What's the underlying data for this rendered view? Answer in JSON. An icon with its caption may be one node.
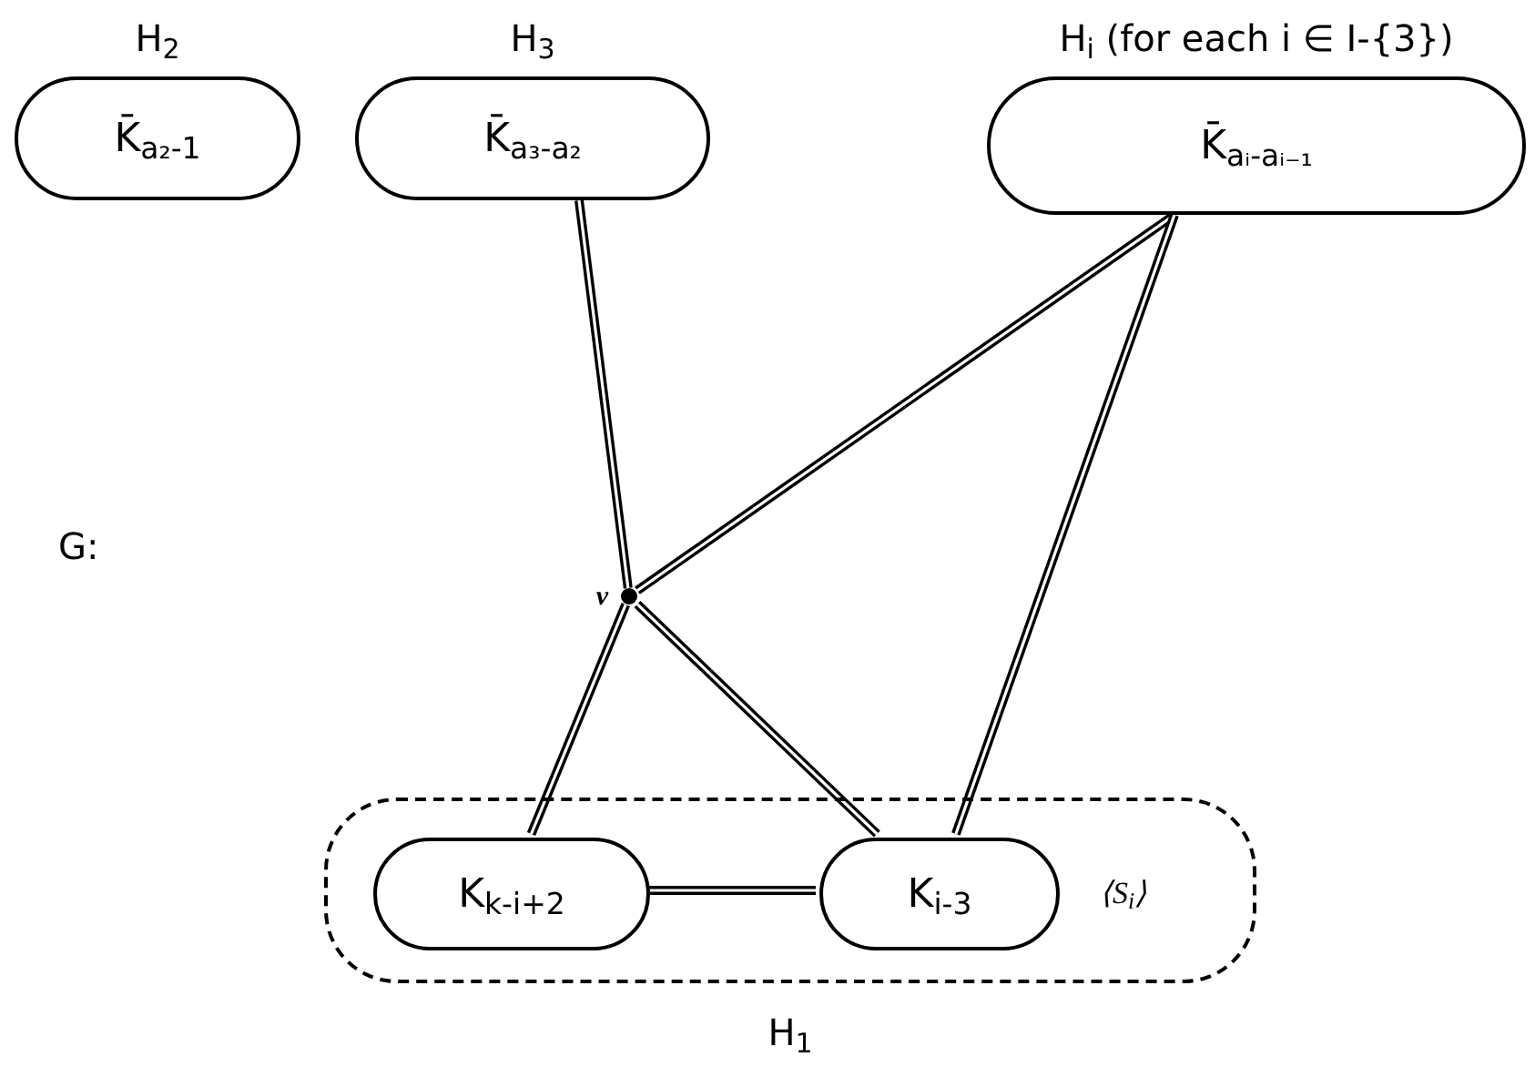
{
  "diagram": {
    "nodes": [
      {
        "text": [
          "H$_{2}$",
          "K̄$_{a₂-1}$"
        ]
      },
      {
        "text": [
          "H$_{3}$",
          "K̄$_{a₃-a₂}$"
        ]
      },
      {
        "text": [
          "H$_{i}$ (for each i ∈ I-{3})",
          "K̄$_{aᵢ-aᵢ₋₁}$"
        ]
      },
      {
        "text": [
          "⟨S$_{i}$⟩",
          "H$_{1}$"
        ]
      },
      {
        "text": [
          "K$_{k-i+2}$"
        ],
        "in": 3
      },
      {
        "text": [
          "K$_{i-3}$"
        ],
        "in": 3
      },
      {
        "text": [],
        "shape": "circle",
        "beside": [
          "v"
        ]
      }
    ],
    "edges": [
      {
        "from": 1,
        "to": 6,
        "arrow": "none"
      },
      {
        "from": 2,
        "to": 6,
        "arrow": "none"
      },
      {
        "from": 2,
        "to": 5,
        "arrow": "none"
      },
      {
        "from": 6,
        "to": 4,
        "arrow": "none"
      },
      {
        "from": 6,
        "to": 5,
        "arrow": "none"
      },
      {
        "from": 4,
        "to": 5,
        "arrow": "none"
      }
    ],
    "labels": [
      "G:"
    ]
  }
}
